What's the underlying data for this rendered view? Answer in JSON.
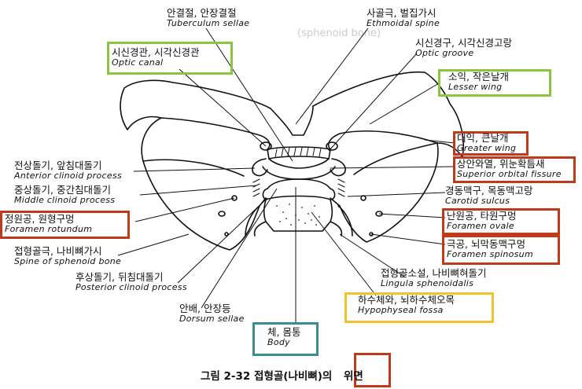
{
  "colors": {
    "green": "#8cc63f",
    "red": "#c0391b",
    "teal": "#3c8c96",
    "yellow": "#f2c12e",
    "ink": "#111111"
  },
  "labels": {
    "tuberculum_sellae": {
      "ko": "안결절, 안장결절",
      "en": "Tuberculum sellae"
    },
    "ethmoidal_spine": {
      "ko": "사골극, 벌집가시",
      "en": "Ethmoidal spine"
    },
    "optic_canal": {
      "ko": "시신경관, 시각신경관",
      "en": "Optic canal"
    },
    "optic_groove": {
      "ko": "시신경구, 시각신경고랑",
      "en": "Optic groove"
    },
    "lesser_wing": {
      "ko": "소익, 작은날개",
      "en": "Lesser wing"
    },
    "greater_wing": {
      "ko": "대익, 큰날개",
      "en": "Greater wing"
    },
    "superior_orbital_fissure": {
      "ko": "상안와열, 위눈확틈새",
      "en": "Superior orbital fissure"
    },
    "anterior_clinoid": {
      "ko": "전상돌기, 앞침대돌기",
      "en": "Anterior clinoid process"
    },
    "middle_clinoid": {
      "ko": "중상돌기, 중간침대돌기",
      "en": "Middle clinoid process"
    },
    "carotid_sulcus": {
      "ko": "경동맥구, 목동맥고랑",
      "en": "Carotid sulcus"
    },
    "foramen_rotundum": {
      "ko": "정원공, 원형구멍",
      "en": "Foramen rotundum"
    },
    "foramen_ovale": {
      "ko": "난원공, 타원구멍",
      "en": "Foramen ovale"
    },
    "spine_sphenoid": {
      "ko": "접형골극, 나비뼈가시",
      "en": "Spine of sphenoid bone"
    },
    "foramen_spinosum": {
      "ko": "극공, 뇌막동맥구멍",
      "en": "Foramen spinosum"
    },
    "posterior_clinoid": {
      "ko": "후상돌기, 뒤침대돌기",
      "en": "Posterior clinoid process"
    },
    "lingula": {
      "ko": "접형골소설, 나비뼈혀돌기",
      "en": "Lingula sphenoidalis"
    },
    "hypophyseal_fossa": {
      "ko": "하수체와, 뇌하수체오목",
      "en": "Hypophyseal fossa"
    },
    "dorsum_sellae": {
      "ko": "안배, 안장등",
      "en": "Dorsum sellae"
    },
    "body": {
      "ko": "체, 몸통",
      "en": "Body"
    }
  },
  "caption": {
    "main": "그림 2-32 접형골(나비뼈)의",
    "highlight": "위면"
  },
  "background_text": [
    "(sphenoid bone)"
  ]
}
